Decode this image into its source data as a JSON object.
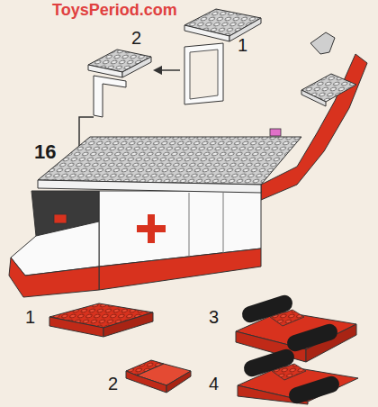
{
  "diagram": {
    "labels": [
      "ToysPeriod.com",
      "2",
      "1",
      "16",
      "1",
      "2",
      "3",
      "4"
    ]
  }
}
